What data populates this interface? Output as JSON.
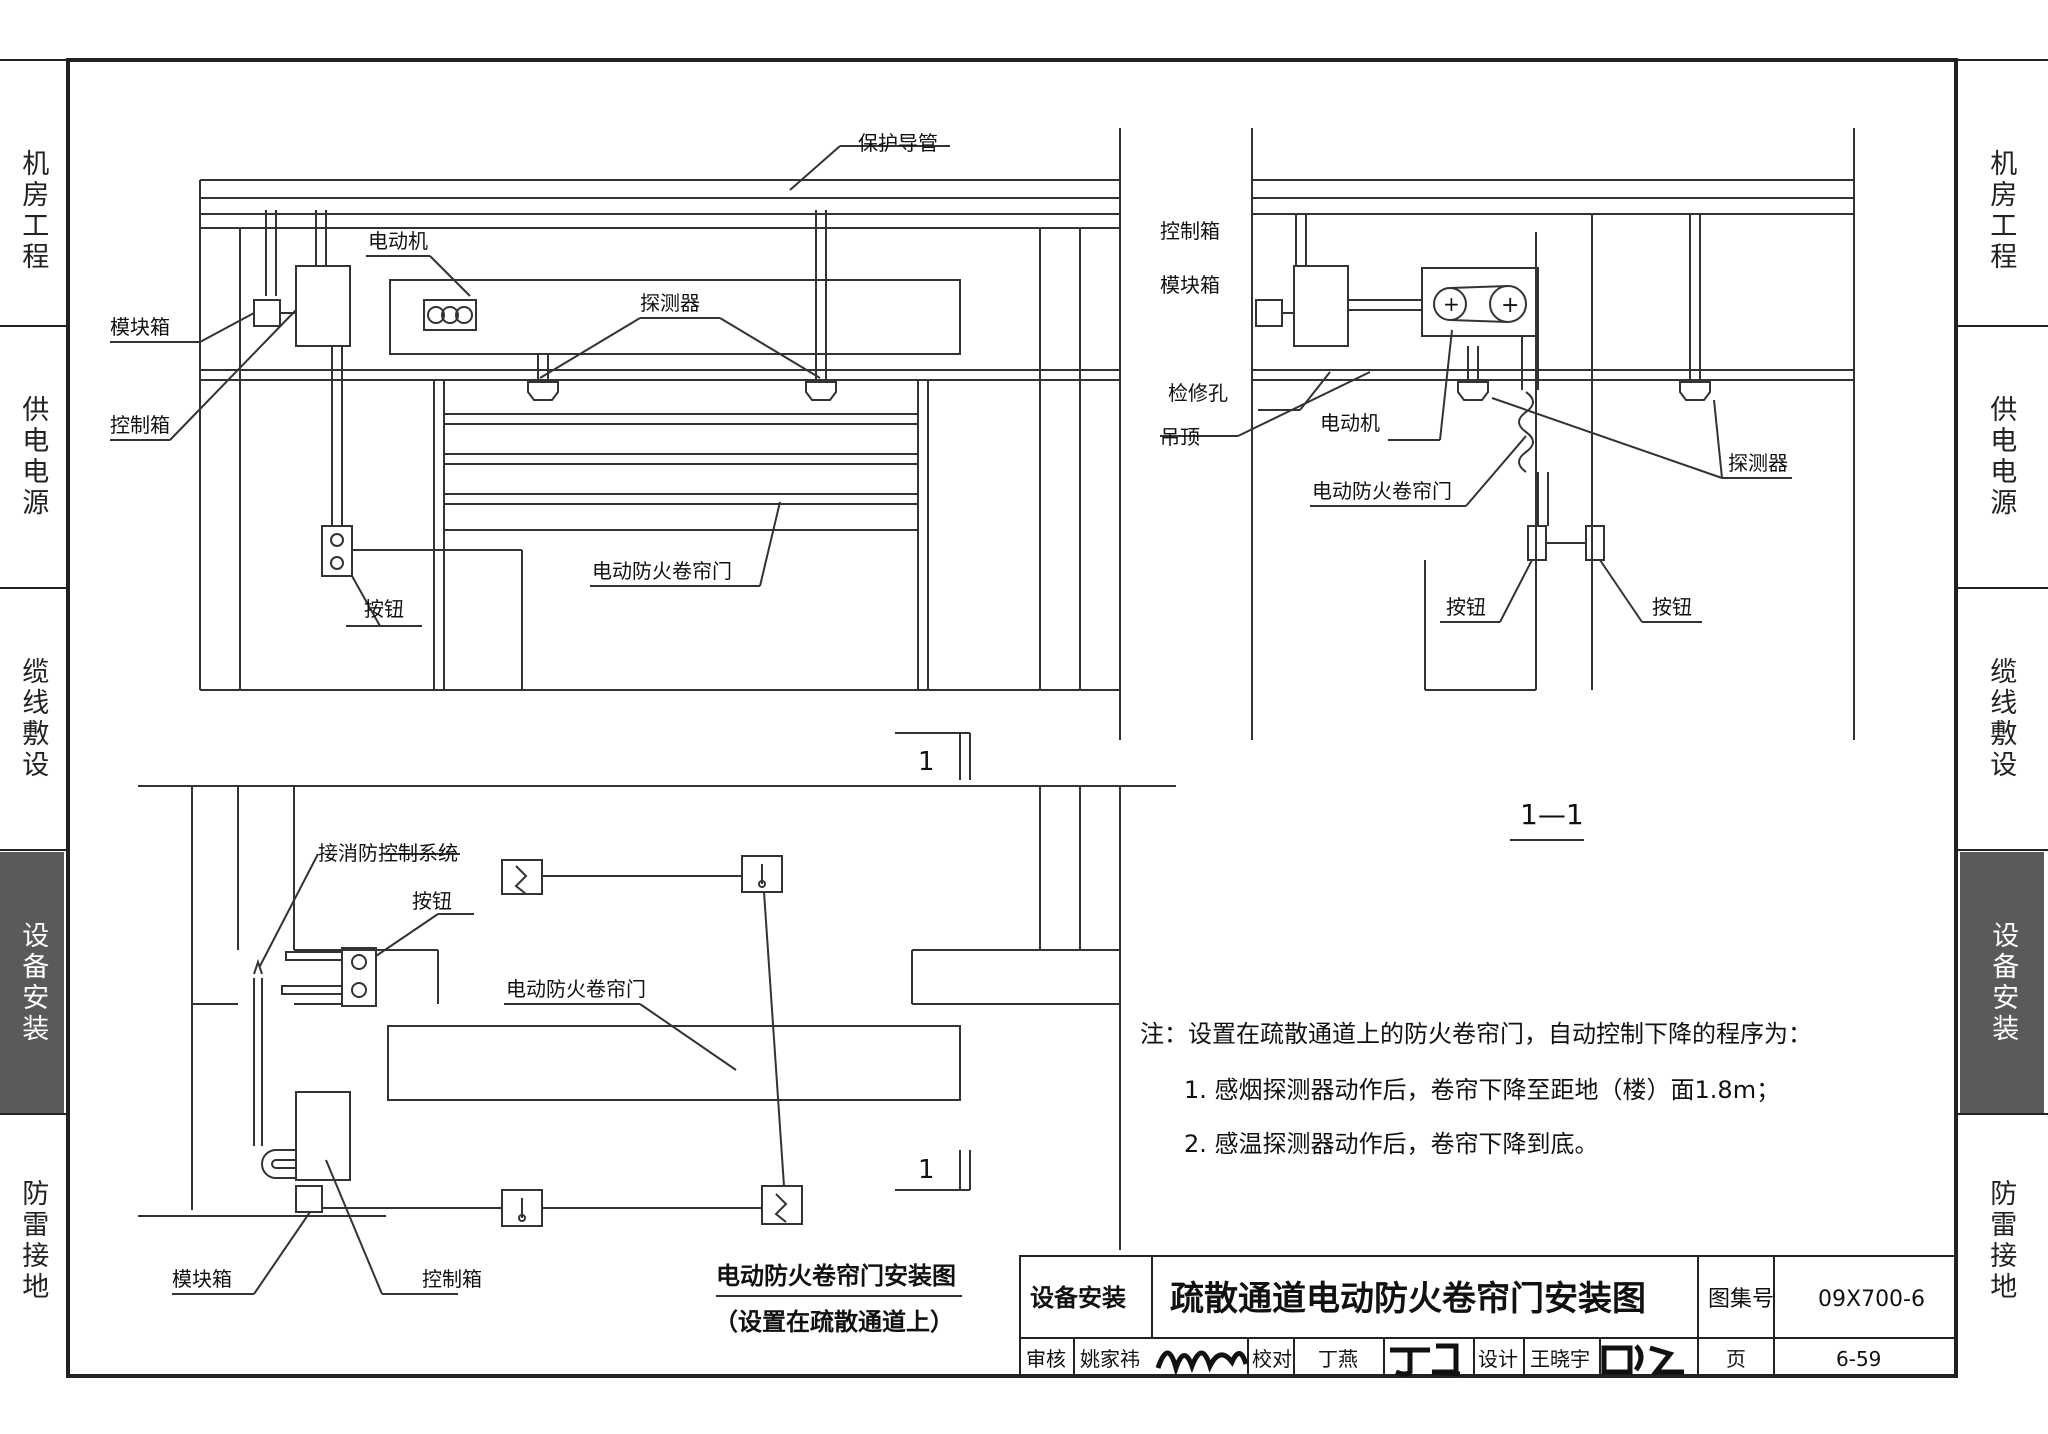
{
  "side_tabs": [
    {
      "label": "机房工程",
      "active": false
    },
    {
      "label": "供电电源",
      "active": false
    },
    {
      "label": "缆线敷设",
      "active": false
    },
    {
      "label": "设备安装",
      "active": true
    },
    {
      "label": "防雷接地",
      "active": false
    }
  ],
  "elevation": {
    "protective_conduit": "保护导管",
    "motor": "电动机",
    "detector": "探测器",
    "module_box": "模块箱",
    "control_box": "控制箱",
    "button": "按钮",
    "shutter_door": "电动防火卷帘门",
    "section_mark": "1"
  },
  "section": {
    "control_box": "控制箱",
    "module_box": "模块箱",
    "access_hole": "检修孔",
    "ceiling": "吊顶",
    "motor": "电动机",
    "shutter_door": "电动防火卷帘门",
    "detector": "探测器",
    "button_left": "按钮",
    "button_right": "按钮",
    "title": "1—1"
  },
  "plan": {
    "fire_control_link": "接消防控制系统",
    "button": "按钮",
    "shutter_door": "电动防火卷帘门",
    "module_box": "模块箱",
    "control_box": "控制箱",
    "section_mark": "1",
    "caption_title": "电动防火卷帘门安装图",
    "caption_sub": "（设置在疏散通道上）"
  },
  "notes": {
    "heading": "注：设置在疏散通道上的防火卷帘门，自动控制下降的程序为：",
    "items": [
      "1.  感烟探测器动作后，卷帘下降至距地（楼）面1.8m；",
      "2.  感温探测器动作后，卷帘下降到底。"
    ]
  },
  "title_block": {
    "category": "设备安装",
    "drawing_title": "疏散通道电动防火卷帘门安装图",
    "atlas_label": "图集号",
    "atlas_no": "09X700-6",
    "review_label": "审核",
    "reviewer": "姚家祎",
    "check_label": "校对",
    "checker": "丁燕",
    "design_label": "设计",
    "designer": "王晓宇",
    "page_label": "页",
    "page_no": "6-59"
  }
}
